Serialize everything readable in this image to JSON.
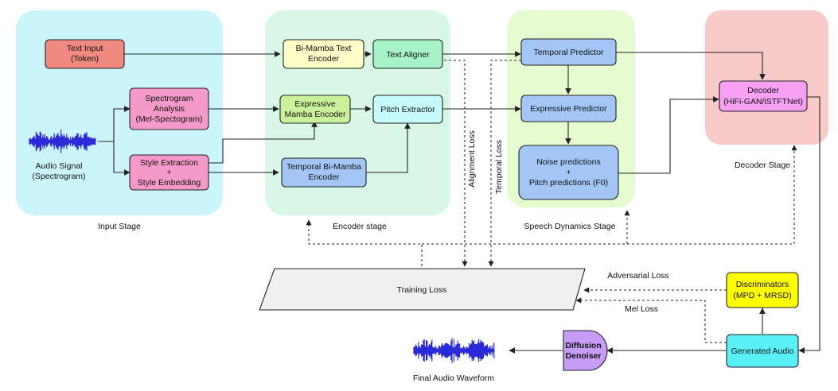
{
  "stages": {
    "input": "Input Stage",
    "encoder": "Encoder stage",
    "speech_dynamics": "Speech Dynamics Stage",
    "decoder": "Decoder Stage"
  },
  "nodes": {
    "text_input": [
      "Text Input",
      "(Token)"
    ],
    "spectrogram_analysis": [
      "Spectrogram",
      "Analysis",
      "(Mel-Spectogram)"
    ],
    "style_extraction": [
      "Style Extraction",
      "+",
      "Style Embedding"
    ],
    "audio_signal": [
      "Audio Signal",
      "(Spectrogram)"
    ],
    "bimamba_text_encoder": [
      "Bi-Mamba Text",
      "Encoder"
    ],
    "text_aligner": [
      "Text Aligner"
    ],
    "expressive_mamba_encoder": [
      "Expressive",
      "Mamba Encoder"
    ],
    "pitch_extractor": [
      "Pitch Extractor"
    ],
    "temporal_bimamba_encoder": [
      "Temporal Bi-Mamba",
      "Encoder"
    ],
    "temporal_predictor": [
      "Temporal Predictor"
    ],
    "expressive_predictor": [
      "Expressive Predictor"
    ],
    "noise_pitch_predictions": [
      "Noise predictions",
      "+",
      "Pitch predictions (F0)"
    ],
    "decoder": [
      "Decoder",
      "(HiFi-GAN/iSTFTNet)"
    ],
    "training_loss": [
      "Training Loss"
    ],
    "discriminators": [
      "Discriminators",
      "(MPD + MRSD)"
    ],
    "generated_audio": [
      "Generated Audio"
    ],
    "diffusion_denoiser": [
      "Diffusion",
      "Denoiser"
    ],
    "final_audio_waveform": [
      "Final Audio Waveform"
    ]
  },
  "edge_labels": {
    "alignment_loss": "Alignment Loss",
    "temporal_loss": "Temporal Loss",
    "adversarial_loss": "Adversarial Loss",
    "mel_loss": "Mel Loss"
  },
  "colors": {
    "input_stage_bg": "#ccf5fb",
    "encoder_stage_bg": "#d9f7e6",
    "speech_stage_bg": "#e6fbd0",
    "decoder_stage_bg": "#f8caca",
    "text_input_fill": "#f08a80",
    "pink_fill": "#f39ac8",
    "yellow_fill": "#fdfbc8",
    "green_fill": "#a7f2c9",
    "lime_fill": "#c9f29a",
    "cyan_fill": "#c7fafd",
    "blue_fill": "#a3c6f6",
    "magenta_fill": "#f7a0f4",
    "training_loss_fill": "#f0f0f0",
    "discriminator_fill": "#ffff00",
    "generated_audio_fill": "#59f0f8",
    "diffusion_fill": "#c69cf6",
    "waveform_color": "#2a2ad8"
  }
}
